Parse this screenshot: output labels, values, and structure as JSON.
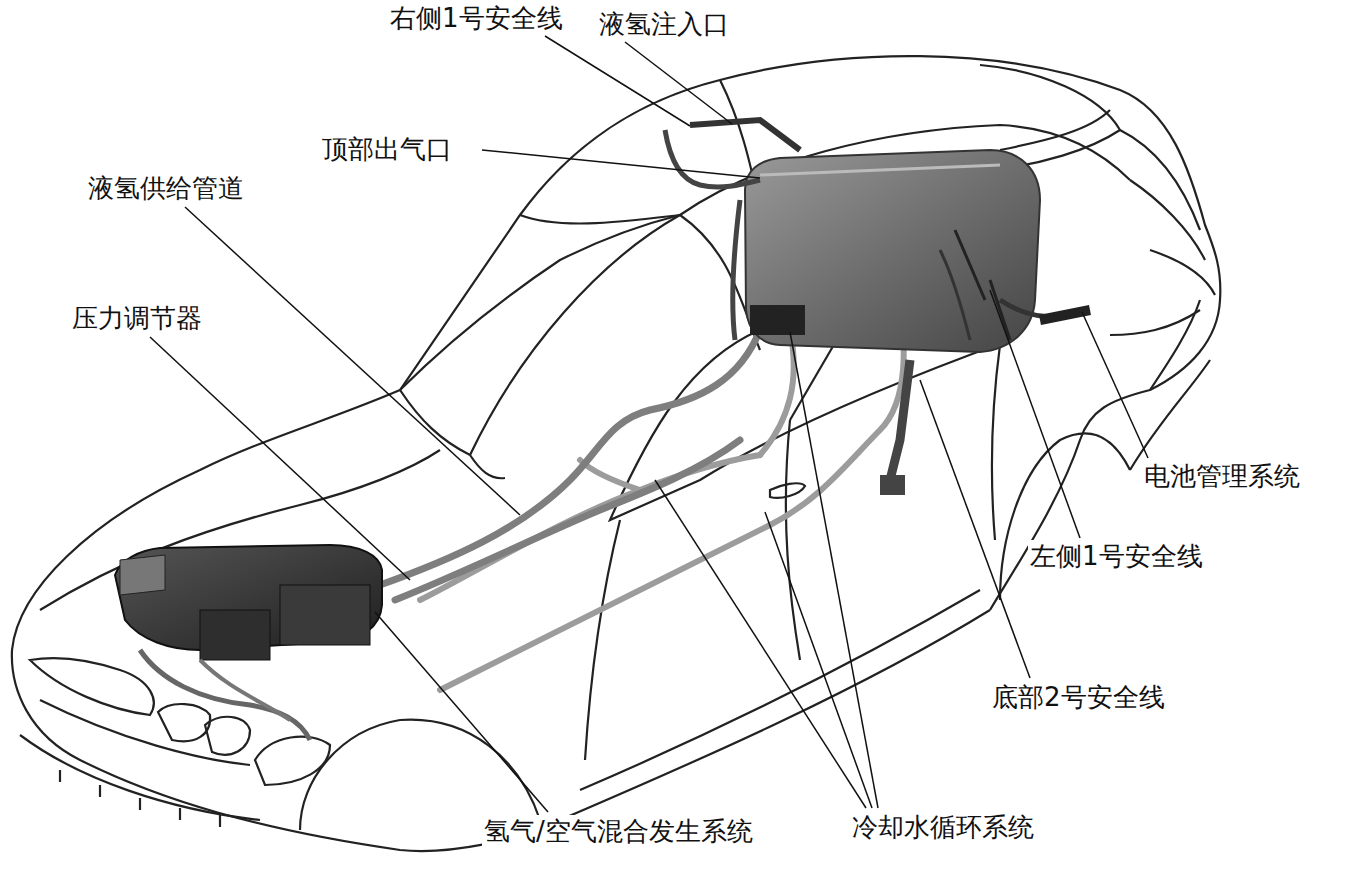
{
  "diagram": {
    "labels": [
      "右侧1号安全线",
      "液氢注入口",
      "顶部出气口",
      "液氢供给管道",
      "压力调节器",
      "电池管理系统",
      "左侧1号安全线",
      "底部2号安全线",
      "氢气/空气混合发生系统",
      "冷却水循环系统"
    ]
  }
}
